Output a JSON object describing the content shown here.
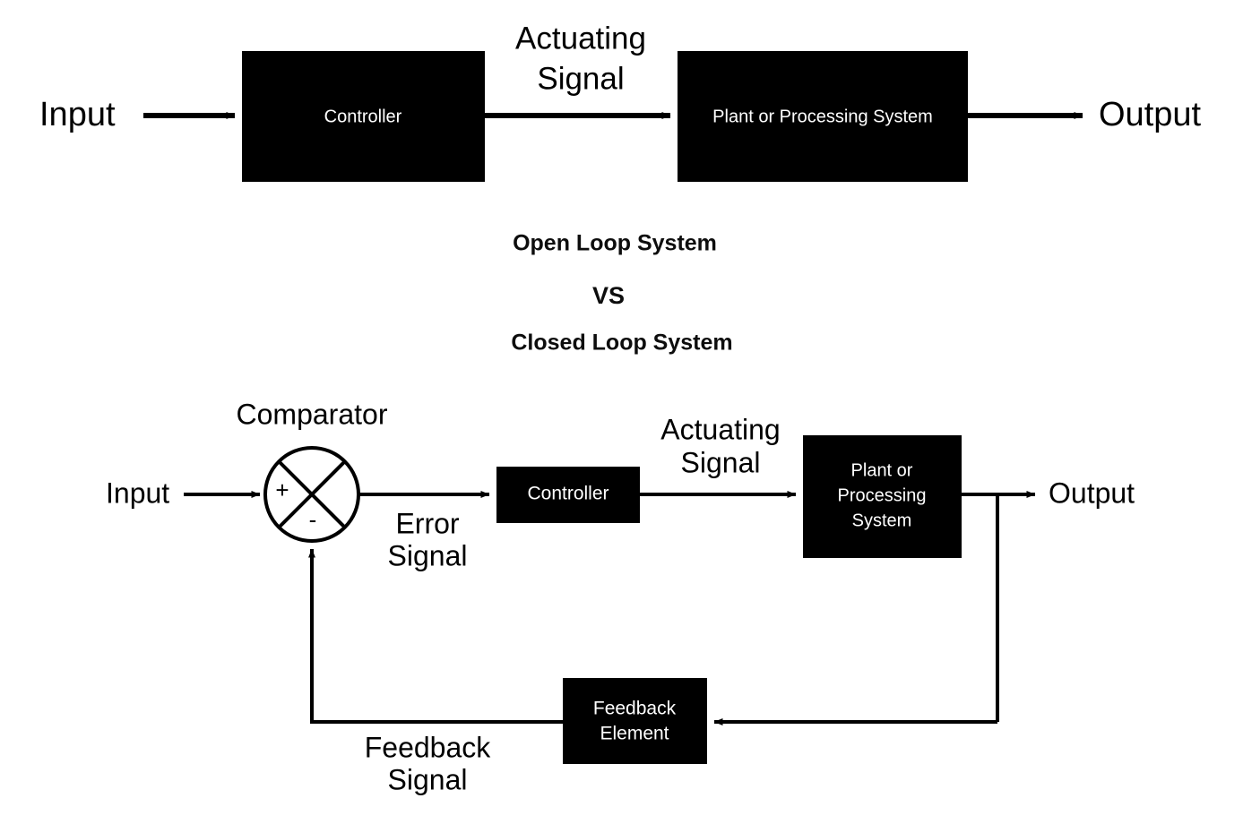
{
  "figure": {
    "title_open": "Open Loop System",
    "title_vs": "VS",
    "title_closed": "Closed Loop System"
  },
  "open_loop": {
    "input_label": "Input",
    "controller_label": "Controller",
    "actuating_signal_line1": "Actuating",
    "actuating_signal_line2": "Signal",
    "plant_label": "Plant or Processing System",
    "output_label": "Output"
  },
  "closed_loop": {
    "comparator_label": "Comparator",
    "comparator_plus": "+",
    "comparator_minus": "-",
    "input_label": "Input",
    "error_signal_line1": "Error",
    "error_signal_line2": "Signal",
    "controller_label": "Controller",
    "actuating_signal_line1": "Actuating",
    "actuating_signal_line2": "Signal",
    "plant_label_line1": "Plant or",
    "plant_label_line2": "Processing",
    "plant_label_line3": "System",
    "output_label": "Output",
    "feedback_element_line1": "Feedback",
    "feedback_element_line2": "Element",
    "feedback_signal_line1": "Feedback",
    "feedback_signal_line2": "Signal"
  },
  "colors": {
    "background": "#ffffff",
    "block_fill": "#000000",
    "block_text": "#ffffff",
    "line": "#000000",
    "text": "#000000"
  }
}
